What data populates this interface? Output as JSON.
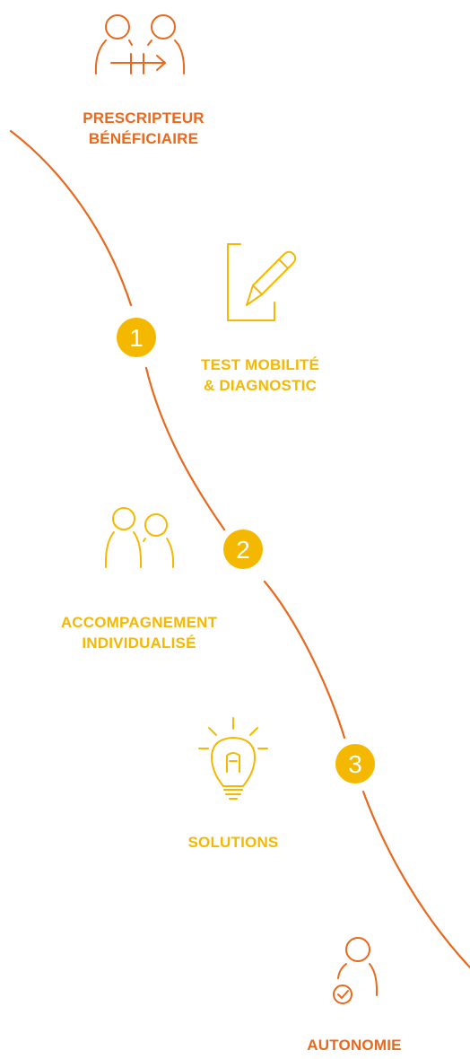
{
  "colors": {
    "orange": "#E8691E",
    "yellow": "#F5B800",
    "white": "#FFFFFF"
  },
  "steps": [
    {
      "icon": "referral-people-icon",
      "color": "orange",
      "lines": [
        "PRESCRIPTEUR",
        "BÉNÉFICIAIRE"
      ]
    },
    {
      "number": "1",
      "icon": "document-pencil-icon",
      "color": "yellow",
      "lines": [
        "TEST MOBILITÉ",
        "& DIAGNOSTIC"
      ]
    },
    {
      "number": "2",
      "icon": "two-people-icon",
      "color": "yellow",
      "lines": [
        "ACCOMPAGNEMENT",
        "INDIVIDUALISÉ"
      ]
    },
    {
      "number": "3",
      "icon": "lightbulb-icon",
      "color": "yellow",
      "lines": [
        "SOLUTIONS"
      ]
    },
    {
      "icon": "person-check-icon",
      "color": "orange",
      "lines": [
        "AUTONOMIE"
      ]
    }
  ]
}
